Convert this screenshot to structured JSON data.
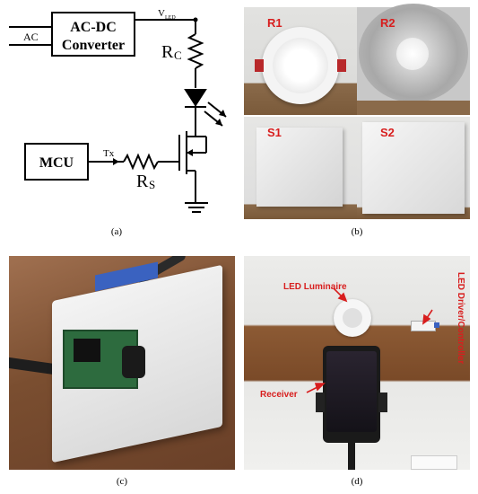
{
  "panels": {
    "a": {
      "caption": "(a)",
      "circuit": {
        "ac_label": "AC",
        "converter_line1": "AC-DC",
        "converter_line2": "Converter",
        "vled_main": "V",
        "vled_sub": "LED",
        "rc_main": "R",
        "rc_sub": "C",
        "mcu_label": "MCU",
        "tx_label": "Tx",
        "rs_main": "R",
        "rs_sub": "S"
      }
    },
    "b": {
      "caption": "(b)",
      "labels": [
        "R1",
        "R2",
        "S1",
        "S2"
      ]
    },
    "c": {
      "caption": "(c)"
    },
    "d": {
      "caption": "(d)",
      "led_luminaire_label": "LED Luminaire",
      "led_driver_label": "LED Driver/Controller",
      "receiver_label": "Receiver"
    }
  },
  "colors": {
    "annotation_red": "#d81e1e"
  }
}
